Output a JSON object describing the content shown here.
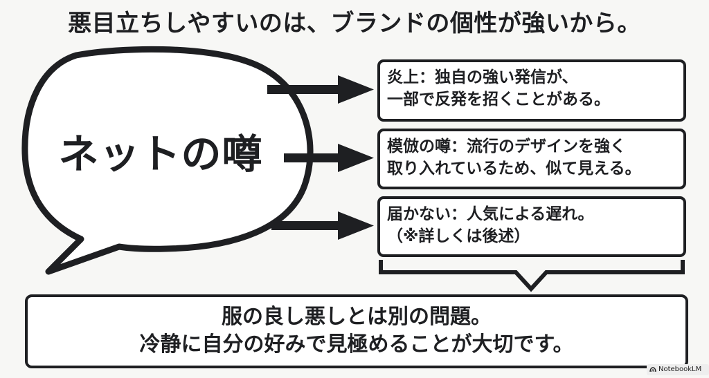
{
  "title": "悪目立ちしやすいのは、ブランドの個性が強いから。",
  "bubble": {
    "label": "ネットの噂"
  },
  "boxes": [
    {
      "line1": "炎上：独自の強い発信が、",
      "line2": "一部で反発を招くことがある。"
    },
    {
      "line1": "模倣の噂：流行のデザインを強く",
      "line2": "取り入れているため、似て見える。"
    },
    {
      "line1": "届かない：人気による遅れ。",
      "line2": "（※詳しくは後述）"
    }
  ],
  "conclusion": {
    "line1": "服の良し悪しとは別の問題。",
    "line2": "冷静に自分の好みで見極めることが大切です。"
  },
  "watermark": {
    "text": "NotebookLM"
  },
  "colors": {
    "ink": "#1e1f22",
    "background": "#f7f7f5",
    "box_fill": "#ffffff"
  }
}
